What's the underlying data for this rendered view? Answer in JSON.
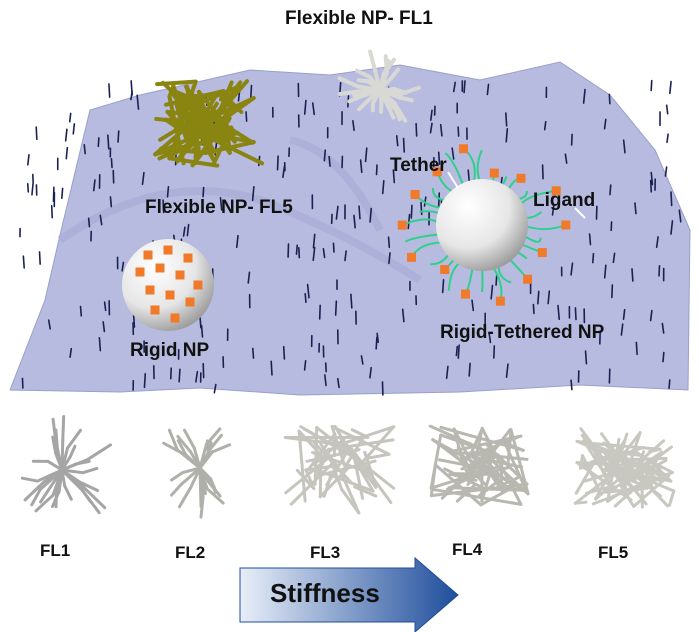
{
  "labels": {
    "flexible_fl1": "Flexible NP- FL1",
    "flexible_fl5": "Flexible NP- FL5",
    "tether": "Tether",
    "ligand": "Ligand",
    "rigid_np": "Rigid NP",
    "rigid_tethered_np": "Rigid-Tethered NP"
  },
  "structures": [
    "FL1",
    "FL2",
    "FL3",
    "FL4",
    "FL5"
  ],
  "arrow_label": "Stiffness",
  "colors": {
    "membrane": "#b7bbe0",
    "membrane_edge": "#9a9fcc",
    "lipid_tail": "#1a2150",
    "fl5_gold": "#8a8410",
    "fl1_grey": "#d8d8d4",
    "tether_green": "#2fd08a",
    "ligand_orange": "#f07a2a",
    "arrow_blue": "#1f4e9c"
  }
}
